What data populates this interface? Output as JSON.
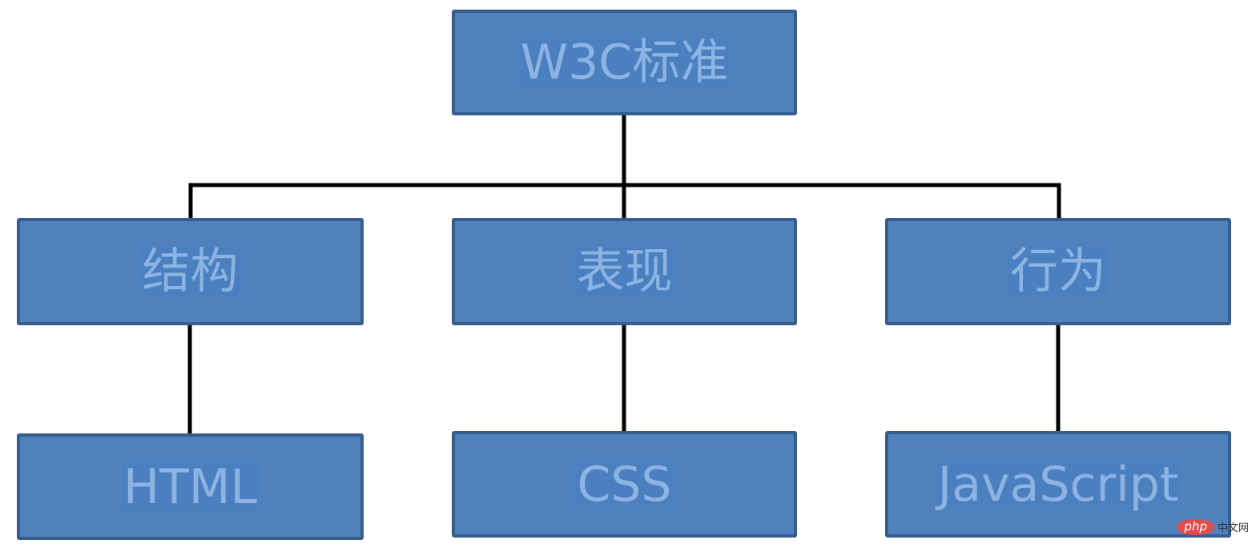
{
  "diagram": {
    "colors": {
      "node_fill": "#4f81bd",
      "node_border": "#385d8a",
      "label_text": "#8db3e2",
      "connector": "#000000"
    },
    "nodes": {
      "root": {
        "label": "W3C标准"
      },
      "structure": {
        "label": "结构"
      },
      "presentation": {
        "label": "表现"
      },
      "behavior": {
        "label": "行为"
      },
      "html": {
        "label": "HTML"
      },
      "css": {
        "label": "CSS"
      },
      "javascript": {
        "label": "JavaScript"
      }
    },
    "edges": [
      [
        "root",
        "structure"
      ],
      [
        "root",
        "presentation"
      ],
      [
        "root",
        "behavior"
      ],
      [
        "structure",
        "html"
      ],
      [
        "presentation",
        "css"
      ],
      [
        "behavior",
        "javascript"
      ]
    ]
  },
  "watermark": {
    "badge": "php",
    "text": "中文网"
  }
}
